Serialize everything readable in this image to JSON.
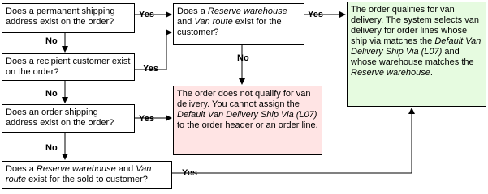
{
  "nodes": {
    "permanent_address_q": [
      "Does a permanent shipping address exist on the order?"
    ],
    "recipient_customer_q": [
      "Does a recipient customer exist on the order?"
    ],
    "order_shipping_address_q": [
      "Does an order shipping address exist on the order?"
    ],
    "sold_to_q": [
      "Does a ",
      "Reserve warehouse",
      " and ",
      "Van route",
      " exist for the sold to customer?"
    ],
    "reserve_for_customer_q": [
      "Does a ",
      "Reserve warehouse",
      " and ",
      "Van route",
      " exist for the customer?"
    ],
    "not_qualify": [
      "The order does not qualify for van delivery. You cannot assign the ",
      "Default Van Delivery Ship Via (L07)",
      " to the order header or an order line."
    ],
    "qualifies": [
      "The order qualifies for van delivery. The system selects van delivery for order lines whose ship via matches the ",
      "Default Van Delivery Ship Via (L07)",
      " and whose warehouse matches the ",
      "Reserve warehouse",
      "."
    ]
  },
  "edge_labels": {
    "yes": "Yes",
    "no": "No"
  }
}
